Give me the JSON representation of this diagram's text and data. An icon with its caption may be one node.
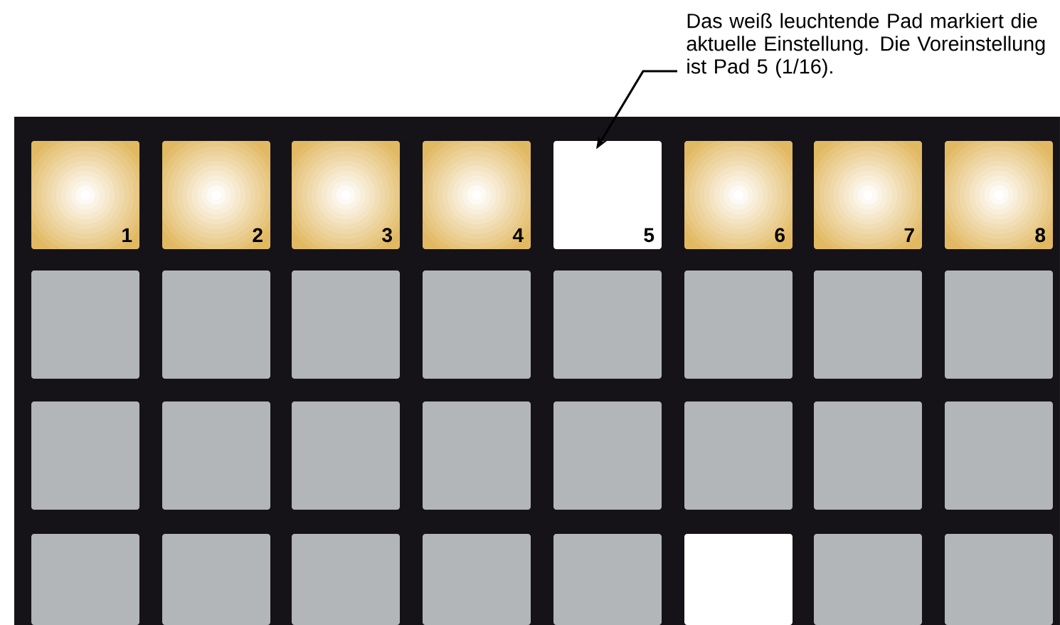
{
  "diagram": {
    "nodes": [
      {
        "text": [
          "Das weiß leuchtende Pad markiert die aktuelle Einstellung. Die Voreinstellung ist Pad 5 (1/16)."
        ]
      },
      {
        "text": [
          "1"
        ]
      },
      {
        "text": [
          "2"
        ]
      },
      {
        "text": [
          "3"
        ]
      },
      {
        "text": [
          "4"
        ]
      },
      {
        "text": [
          "5"
        ]
      },
      {
        "text": [
          "6"
        ]
      },
      {
        "text": [
          "7"
        ]
      },
      {
        "text": [
          "8"
        ]
      },
      {
        "text": [],
        "shape": "box"
      },
      {
        "text": [],
        "shape": "box"
      },
      {
        "text": [],
        "shape": "box"
      },
      {
        "text": [],
        "shape": "box"
      },
      {
        "text": [],
        "shape": "box"
      },
      {
        "text": [],
        "shape": "box"
      },
      {
        "text": [],
        "shape": "box"
      },
      {
        "text": [],
        "shape": "box"
      },
      {
        "text": [],
        "shape": "box"
      },
      {
        "text": [],
        "shape": "box"
      },
      {
        "text": [],
        "shape": "box"
      },
      {
        "text": [],
        "shape": "box"
      },
      {
        "text": [],
        "shape": "box"
      },
      {
        "text": [],
        "shape": "box"
      },
      {
        "text": [],
        "shape": "box"
      },
      {
        "text": [],
        "shape": "box"
      },
      {
        "text": [],
        "shape": "box"
      },
      {
        "text": [],
        "shape": "box"
      },
      {
        "text": [],
        "shape": "box"
      },
      {
        "text": [],
        "shape": "box"
      },
      {
        "text": [],
        "shape": "box"
      },
      {
        "text": [],
        "shape": "box"
      },
      {
        "text": [],
        "shape": "box"
      },
      {
        "text": [],
        "shape": "box"
      }
    ],
    "edges": [
      {
        "from": 0,
        "to": 5,
        "arrow": "to"
      }
    ]
  }
}
